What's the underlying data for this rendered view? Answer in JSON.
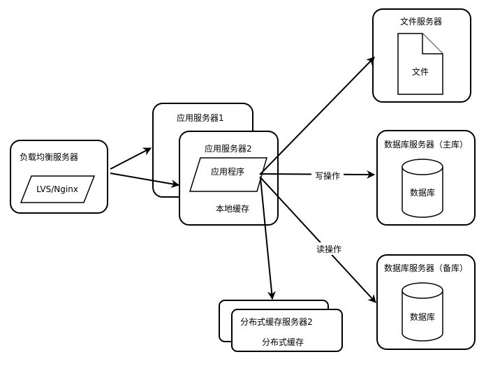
{
  "nodes": {
    "load_balancer": {
      "title": "负载均衡服务器",
      "inner": "LVS/Nginx"
    },
    "app_server_1": {
      "title": "应用服务器1"
    },
    "app_server_2": {
      "title": "应用服务器2",
      "program": "应用程序",
      "cache": "本地缓存"
    },
    "file_server": {
      "title": "文件服务器",
      "doc": "文件"
    },
    "db_master": {
      "title": "数据库服务器（主库）",
      "db": "数据库"
    },
    "db_slave": {
      "title": "数据库服务器（备库）",
      "db": "数据库"
    },
    "dist_cache": {
      "title": "分布式缓存服务器2",
      "inner": "分布式缓存"
    }
  },
  "edges": {
    "write": "写操作",
    "read": "读操作"
  }
}
